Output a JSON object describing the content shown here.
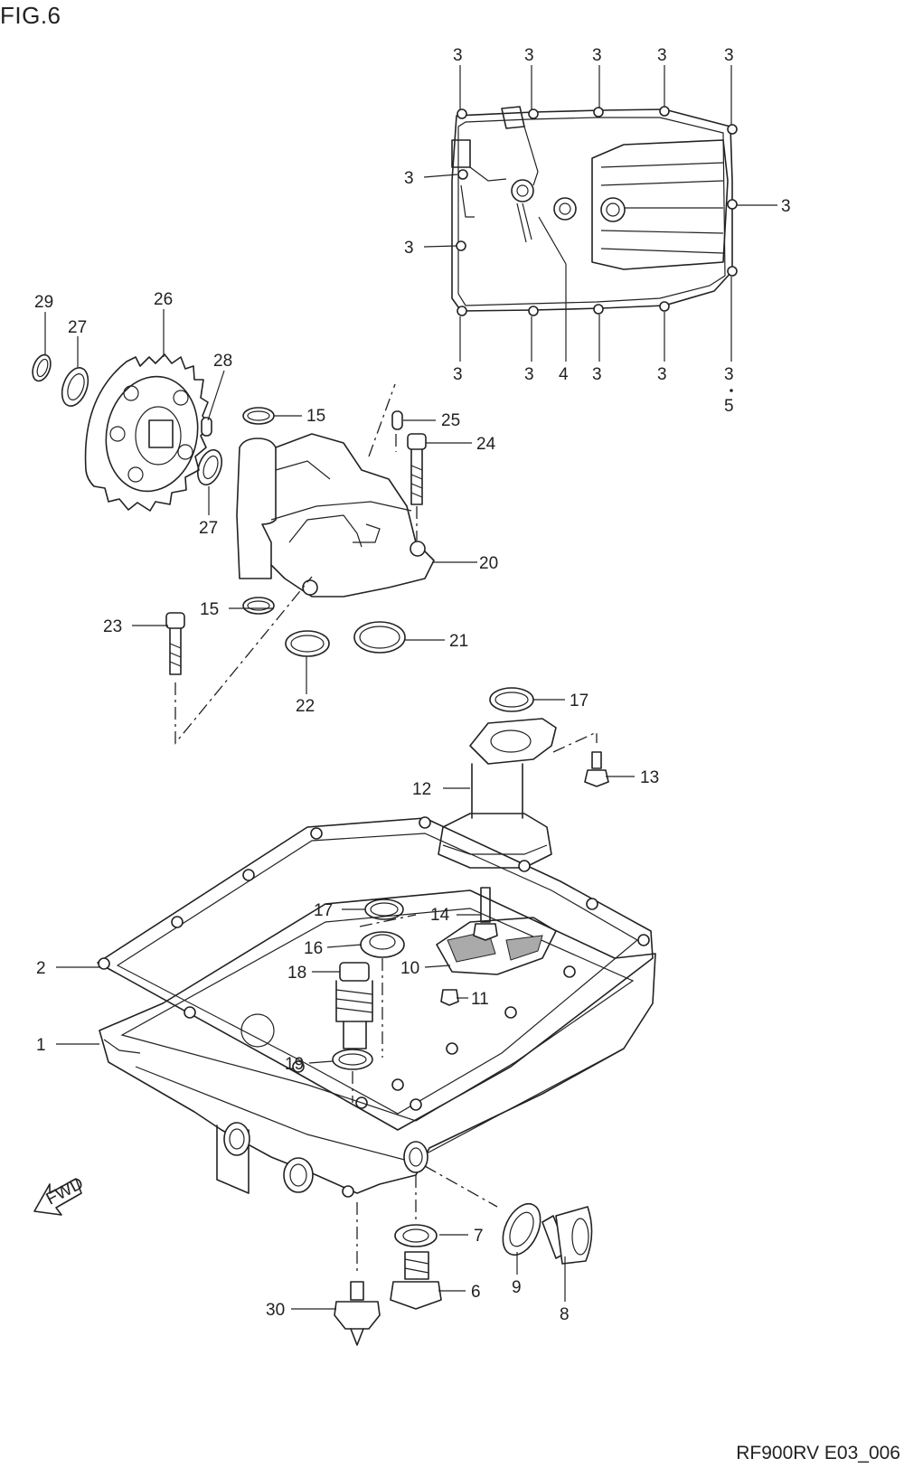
{
  "figure_title": "FIG.6",
  "diagram_code": "RF900RV E03_006",
  "fwd_label": "FWD",
  "callouts": {
    "c1": "1",
    "c2": "2",
    "c3": "3",
    "c4": "4",
    "c5": "5",
    "c6": "6",
    "c7": "7",
    "c8": "8",
    "c9": "9",
    "c10": "10",
    "c11": "11",
    "c12": "12",
    "c13": "13",
    "c14": "14",
    "c15": "15",
    "c16": "16",
    "c17": "17",
    "c18": "18",
    "c19": "19",
    "c20": "20",
    "c21": "21",
    "c22": "22",
    "c23": "23",
    "c24": "24",
    "c25": "25",
    "c26": "26",
    "c27": "27",
    "c28": "28",
    "c29": "29",
    "c30": "30"
  }
}
